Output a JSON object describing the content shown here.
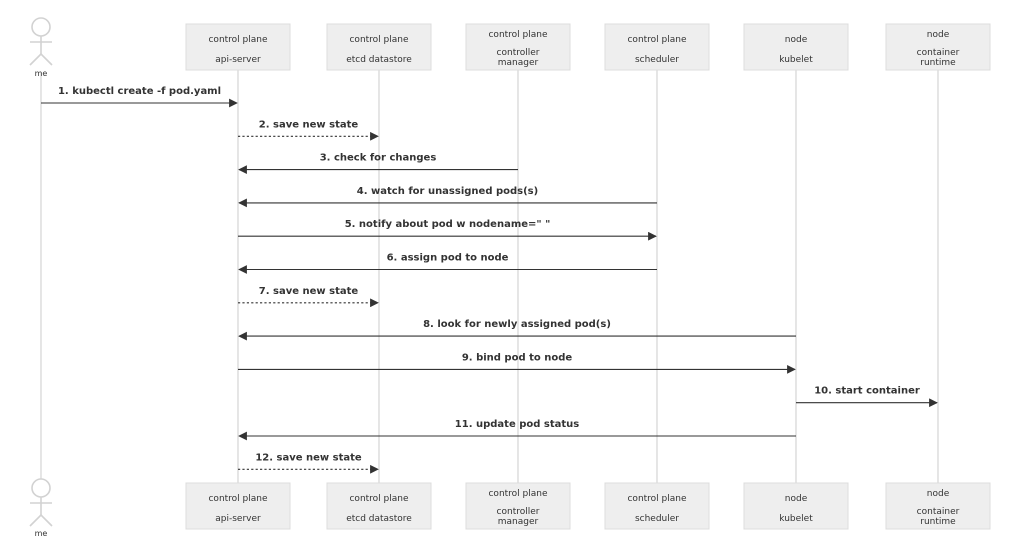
{
  "actor": {
    "label": "me"
  },
  "participants": [
    {
      "id": "api",
      "lines": [
        "control plane",
        "api-server"
      ]
    },
    {
      "id": "etcd",
      "lines": [
        "control plane",
        "etcd datastore"
      ]
    },
    {
      "id": "cm",
      "lines": [
        "control plane",
        "controller",
        "manager"
      ]
    },
    {
      "id": "sched",
      "lines": [
        "control plane",
        "scheduler"
      ]
    },
    {
      "id": "kubelet",
      "lines": [
        "node",
        "kubelet"
      ]
    },
    {
      "id": "runtime",
      "lines": [
        "node",
        "container",
        "runtime"
      ]
    }
  ],
  "messages": [
    {
      "label": "1. kubectl create -f pod.yaml",
      "from": "me",
      "to": "api",
      "style": "solid"
    },
    {
      "label": "2. save new state",
      "from": "api",
      "to": "etcd",
      "style": "dotted"
    },
    {
      "label": "3. check for changes",
      "from": "cm",
      "to": "api",
      "style": "solid"
    },
    {
      "label": "4. watch for unassigned pods(s)",
      "from": "sched",
      "to": "api",
      "style": "solid"
    },
    {
      "label": "5. notify about pod w nodename=\" \"",
      "from": "api",
      "to": "sched",
      "style": "solid"
    },
    {
      "label": "6. assign pod to node",
      "from": "sched",
      "to": "api",
      "style": "solid"
    },
    {
      "label": "7. save new state",
      "from": "api",
      "to": "etcd",
      "style": "dotted"
    },
    {
      "label": "8. look for newly assigned pod(s)",
      "from": "kubelet",
      "to": "api",
      "style": "solid"
    },
    {
      "label": "9. bind pod to node",
      "from": "api",
      "to": "kubelet",
      "style": "solid"
    },
    {
      "label": "10. start container",
      "from": "kubelet",
      "to": "runtime",
      "style": "solid"
    },
    {
      "label": "11. update pod status",
      "from": "kubelet",
      "to": "api",
      "style": "solid"
    },
    {
      "label": "12. save new state",
      "from": "api",
      "to": "etcd",
      "style": "dotted"
    }
  ],
  "colors": {
    "line": "#333333",
    "box_fill": "#eeeeee",
    "box_stroke": "#dddddd",
    "lifeline": "#d4d4d4"
  }
}
